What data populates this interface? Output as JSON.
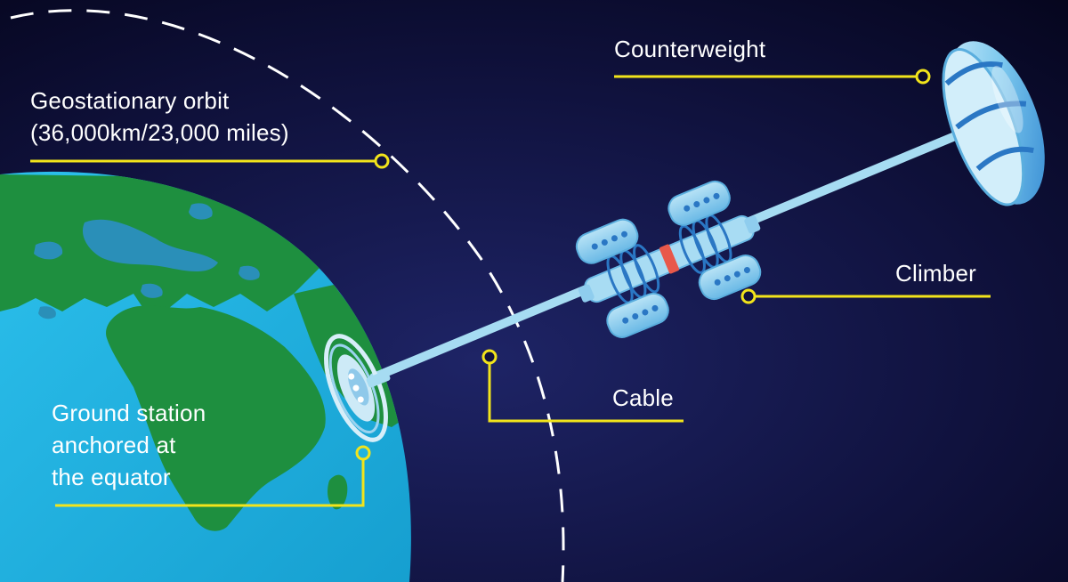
{
  "labels": {
    "counterweight": "Counterweight",
    "orbit_line1": "Geostationary orbit",
    "orbit_line2": "(36,000km/23,000 miles)",
    "climber": "Climber",
    "cable": "Cable",
    "ground_line1": "Ground station",
    "ground_line2": "anchored at",
    "ground_line3": "the equator"
  },
  "colors": {
    "space_dark": "#05051c",
    "space_glow": "#1e2466",
    "ocean": "#1fb3e0",
    "land": "#1e8f3f",
    "lake": "#2a8fb8",
    "callout": "#f2e41b",
    "cable": "#a6dcf2",
    "structure_light": "#bfe6f7",
    "structure_mid": "#6fc0ea",
    "structure_dark": "#2a77c4",
    "climber_band": "#e8584a",
    "orbit_dash": "#ffffff"
  }
}
